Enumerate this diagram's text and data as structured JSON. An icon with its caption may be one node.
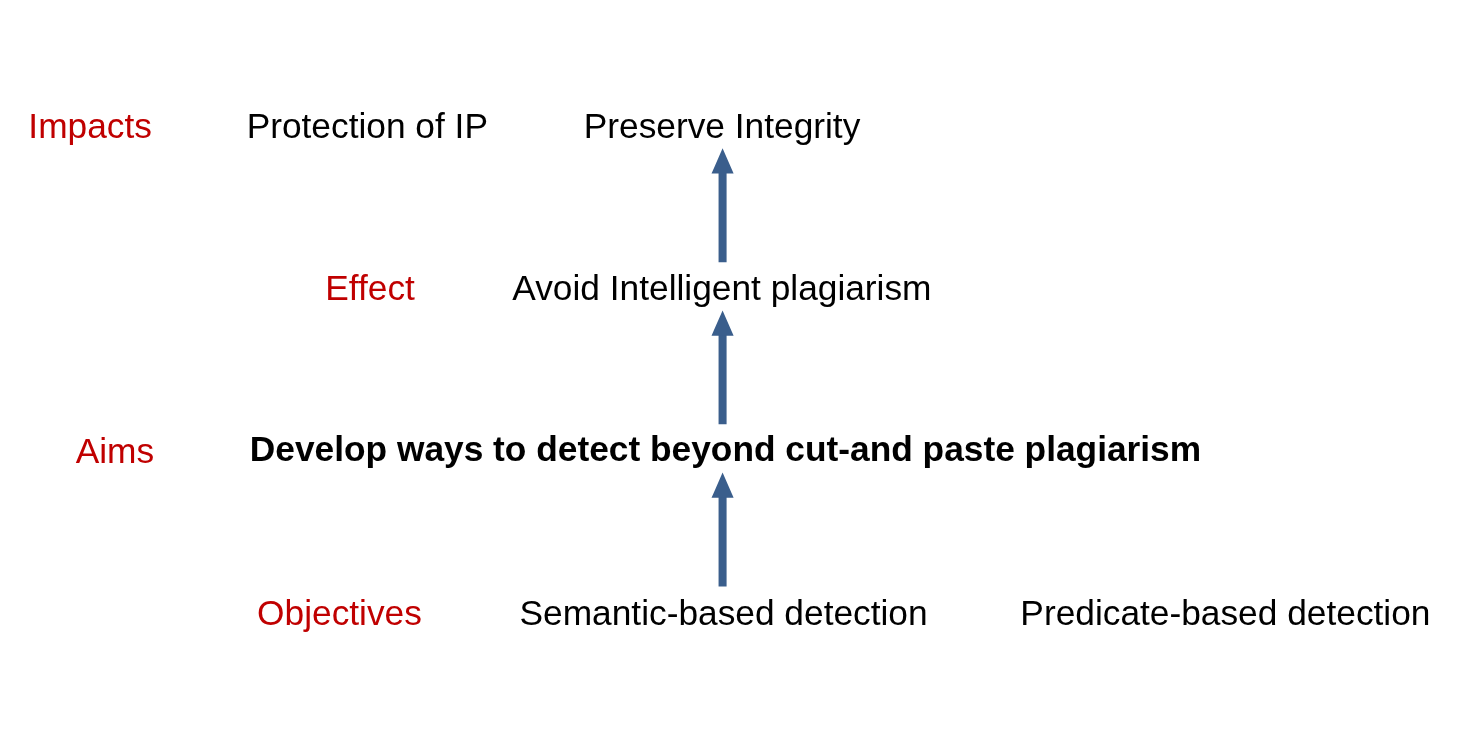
{
  "diagram": {
    "nodes": [
      {
        "text": [
          "Protection of IP"
        ]
      },
      {
        "text": [
          "Preserve Integrity"
        ]
      },
      {
        "text": [
          "Avoid Intelligent plagiarism"
        ]
      },
      {
        "text": [
          "Develop ways to detect beyond cut-and paste plagiarism"
        ]
      },
      {
        "text": [
          "Semantic-based detection"
        ]
      },
      {
        "text": [
          "Predicate-based detection"
        ]
      }
    ],
    "edges": [
      {
        "from": 4,
        "to": 3,
        "arrow": "to"
      },
      {
        "from": 3,
        "to": 2,
        "arrow": "to"
      },
      {
        "from": 2,
        "to": 1,
        "arrow": "to"
      }
    ],
    "labels": [
      "Impacts",
      "Effect",
      "Aims",
      "Objectives"
    ]
  }
}
